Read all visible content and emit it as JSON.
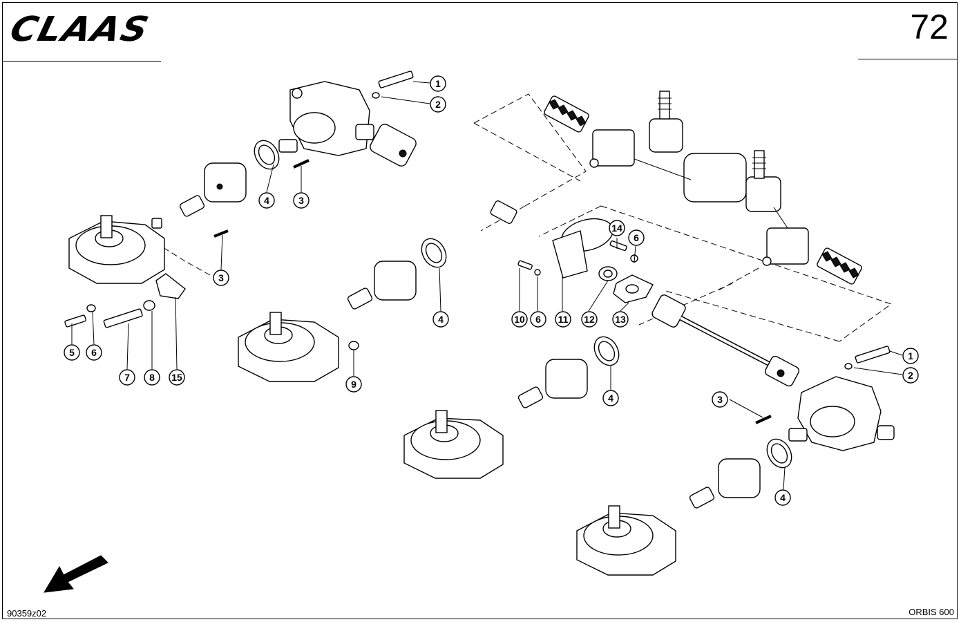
{
  "header": {
    "brand_logo": "CLAAS",
    "page_number": "72"
  },
  "footer": {
    "drawing_id": "90359z02",
    "model": "ORBIS 600"
  },
  "callouts": {
    "c1a": "1",
    "c2a": "2",
    "c4a": "4",
    "c3a": "3",
    "c3b": "3",
    "c4b": "4",
    "c5": "5",
    "c6a": "6",
    "c7": "7",
    "c8": "8",
    "c15": "15",
    "c9": "9",
    "c14": "14",
    "c6b": "6",
    "c10": "10",
    "c6c": "6",
    "c11": "11",
    "c12": "12",
    "c13": "13",
    "c1b": "1",
    "c2b": "2",
    "c3c": "3",
    "c4c": "4",
    "c4d": "4"
  },
  "icons": {
    "direction": "direction-arrow-icon"
  }
}
